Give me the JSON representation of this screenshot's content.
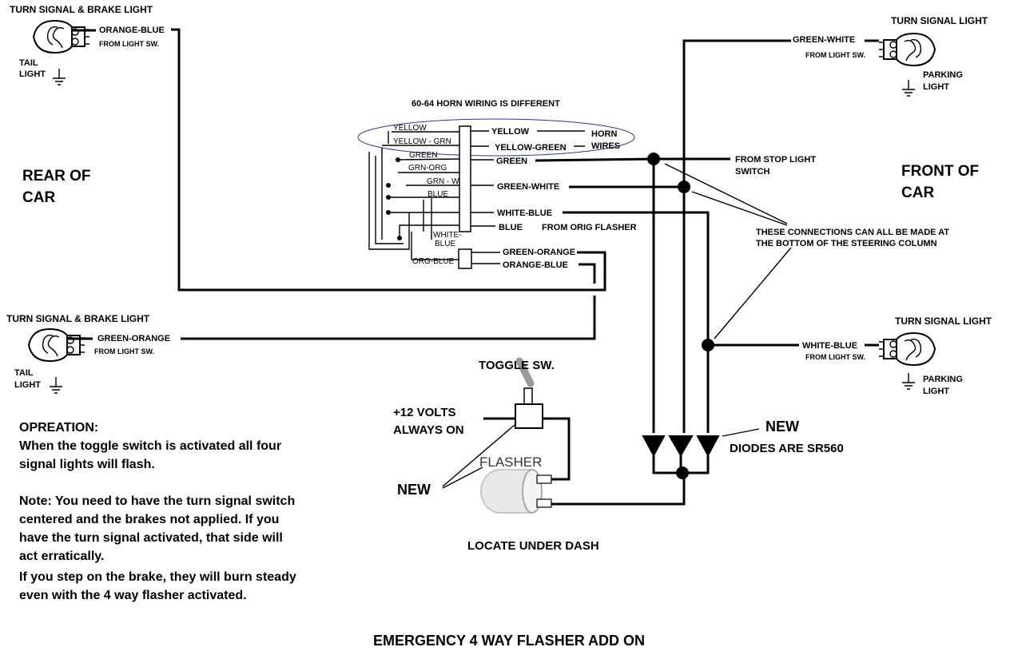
{
  "rear": {
    "top_lamp_title": "TURN SIGNAL & BRAKE LIGHT",
    "top_wire": "ORANGE-BLUE",
    "top_from": "FROM LIGHT SW.",
    "top_tail_1": "TAIL",
    "top_tail_2": "LIGHT",
    "bottom_lamp_title": "TURN SIGNAL & BRAKE LIGHT",
    "bottom_wire": "GREEN-ORANGE",
    "bottom_from": "FROM LIGHT SW.",
    "bottom_tail_1": "TAIL",
    "bottom_tail_2": "LIGHT",
    "label_1": "REAR OF",
    "label_2": "CAR"
  },
  "front": {
    "top_lamp_title": "TURN SIGNAL LIGHT",
    "top_wire": "GREEN-WHITE",
    "top_from": "FROM LIGHT SW.",
    "top_parking_1": "PARKING",
    "top_parking_2": "LIGHT",
    "bottom_lamp_title": "TURN SIGNAL  LIGHT",
    "bottom_wire": "WHITE-BLUE",
    "bottom_from": "FROM LIGHT SW.",
    "bottom_parking_1": "PARKING",
    "bottom_parking_2": "LIGHT",
    "label_1": "FRONT OF",
    "label_2": "CAR"
  },
  "column": {
    "title": "60-64 HORN WIRING IS DIFFERENT",
    "inner": [
      "YELLOW",
      "YELLOW - GRN",
      "GREEN",
      "GRN-ORG",
      "GRN - W",
      "BLUE",
      "WHITE-",
      "BLUE",
      "ORG-BLUE"
    ],
    "yellow": "YELLOW",
    "yellow_green": "YELLOW-GREEN",
    "horn_1": "HORN",
    "horn_2": "WIRES",
    "green": "GREEN",
    "green_white": "GREEN-WHITE",
    "white_blue": "WHITE-BLUE",
    "blue": "BLUE",
    "from_orig_flasher": "FROM ORIG FLASHER",
    "green_orange": "GREEN-ORANGE",
    "orange_blue": "ORANGE-BLUE"
  },
  "callouts": {
    "stop_1": "FROM STOP LIGHT",
    "stop_2": "SWITCH",
    "connections_1": "THESE CONNECTIONS CAN ALL BE MADE AT",
    "connections_2": "THE BOTTOM OF THE STEERING COLUMN",
    "new_diodes": "NEW",
    "diodes": "DIODES ARE SR560",
    "toggle": "TOGGLE SW.",
    "volts_1": "+12 VOLTS",
    "volts_2": "ALWAYS ON",
    "flasher": "FLASHER",
    "new_left": "NEW",
    "locate": "LOCATE UNDER DASH"
  },
  "notes": {
    "heading": "OPREATION:",
    "line_1": "When the toggle switch is activated all four",
    "line_2": "signal lights will flash.",
    "line_3": "Note: You need to have the turn signal switch",
    "line_4": "centered and the brakes not applied.  If you",
    "line_5": "have the turn signal activated, that side will",
    "line_6": "act erratically.",
    "line_7": "If you step on the brake, they will burn steady",
    "line_8": "even with the 4 way flasher activated."
  },
  "title": "EMERGENCY 4 WAY FLASHER ADD ON",
  "colors": {
    "ink": "#000000",
    "horn_outline": "#2b3a8f",
    "flasher_body": "#e8e8e8",
    "toggle_lever": "#9a9a9a"
  }
}
